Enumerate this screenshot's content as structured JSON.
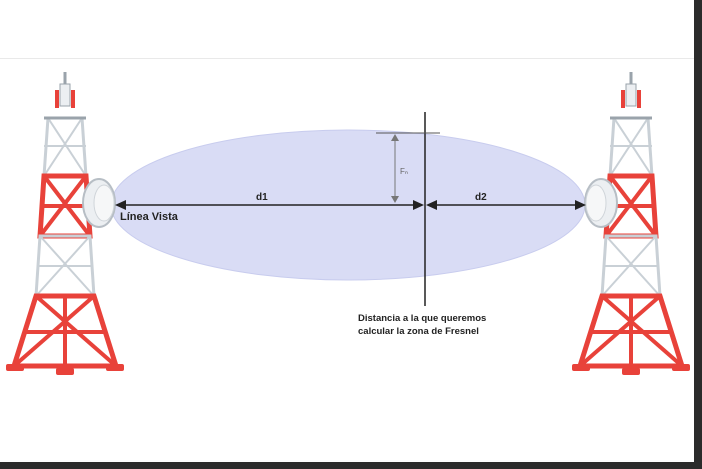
{
  "labels": {
    "line_of_sight": "Línea Vista",
    "d1": "d1",
    "d2": "d2",
    "fresnel_radius": "Fₙ",
    "note_line_1": "Distancia a la que queremos",
    "note_line_2": "calcular la zona de Fresnel"
  },
  "colors": {
    "ellipse_fill": "#d9dcf5",
    "tower_red": "#e8423a",
    "tower_white": "#eceff2",
    "tower_gray": "#9aa3ab",
    "line": "#222222",
    "background": "#ffffff"
  },
  "icons": {
    "left_tower": "telecom-tower-icon",
    "right_tower": "telecom-tower-icon",
    "left_dish": "antenna-dish-icon",
    "right_dish": "antenna-dish-icon"
  }
}
